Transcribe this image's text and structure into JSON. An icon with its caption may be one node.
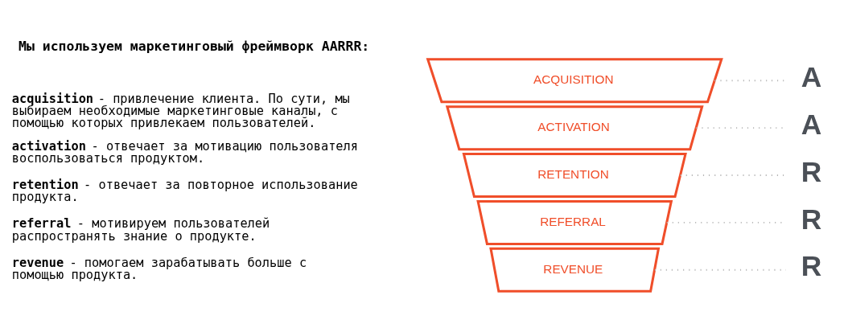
{
  "diagram": {
    "title": "Мы используем маркетинговый фреймворк AARRR:",
    "nodes": [
      {
        "text": [
          "ACQUISITION"
        ]
      },
      {
        "text": [
          "A"
        ]
      },
      {
        "text": [
          "ACTIVATION"
        ]
      },
      {
        "text": [
          "A"
        ]
      },
      {
        "text": [
          "RETENTION"
        ]
      },
      {
        "text": [
          "R"
        ]
      },
      {
        "text": [
          "REFERRAL"
        ]
      },
      {
        "text": [
          "R"
        ]
      },
      {
        "text": [
          "REVENUE"
        ]
      },
      {
        "text": [
          "R"
        ]
      }
    ],
    "edges": [
      {
        "from": 0,
        "to": 1,
        "arrow": "none",
        "style": "dashed"
      },
      {
        "from": 2,
        "to": 3,
        "arrow": "none",
        "style": "dashed"
      },
      {
        "from": 4,
        "to": 5,
        "arrow": "none",
        "style": "dashed"
      },
      {
        "from": 6,
        "to": 7,
        "arrow": "none",
        "style": "dashed"
      },
      {
        "from": 8,
        "to": 9,
        "arrow": "none",
        "style": "dashed"
      }
    ],
    "labels": [
      "**acquisition** - привлечение клиента. По сути, мы выбираем необходимые маркетинговые каналы, с помощью которых привлекаем пользователей.",
      "**activation** - отвечает за мотивацию пользователя воспользоваться продуктом.",
      "**retention** - отвечает за повторное использование продукта.",
      "**referral** - мотивируем пользователей распространять знание о продукте.",
      "**revenue** - помогаем зарабатывать больше с помощью продукта."
    ]
  }
}
